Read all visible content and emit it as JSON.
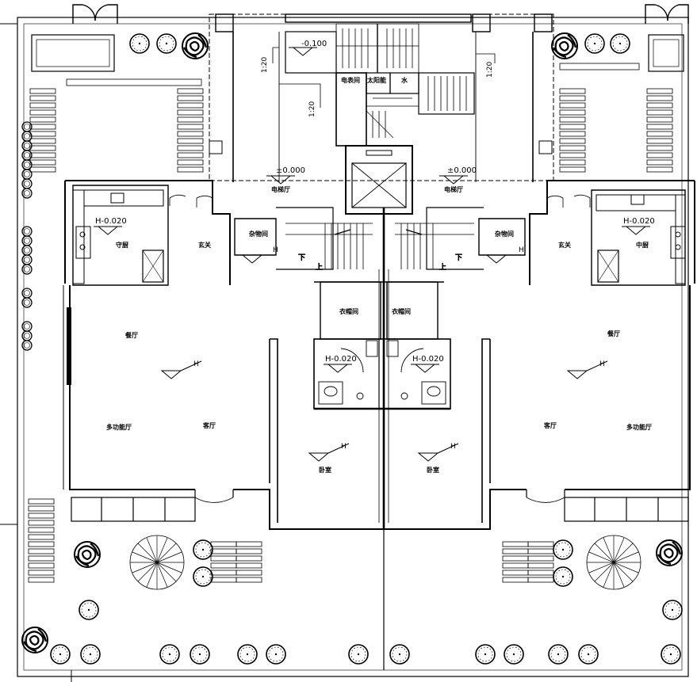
{
  "drawing": {
    "rooms": {
      "left_kitchen": "守厨",
      "left_entrance": "玄关",
      "left_storage": "杂物间",
      "left_dining": "餐厅",
      "left_multi": "多功能厅",
      "left_living": "客厅",
      "elevator_hall_left": "电梯厅",
      "elevator_hall_right": "电梯厅",
      "cloakroom_left": "衣帽间",
      "cloakroom_right": "衣帽间",
      "bedroom_left": "卧室",
      "bedroom_right": "卧室",
      "right_kitchen": "中厨",
      "right_entrance": "玄关",
      "right_storage": "杂物间",
      "right_dining": "餐厅",
      "right_living": "客厅",
      "right_multi": "多功能厅",
      "meter_room": "电表间",
      "equipment_room": "太阳能",
      "water_room": "水"
    },
    "levels": {
      "top_stair": "-0.100",
      "hall_left": "±0.000",
      "hall_right": "±0.000",
      "kitchen_left": "H-0.020",
      "kitchen_right": "H-0.020",
      "bath_left": "H-0.020",
      "bath_right": "H-0.020"
    },
    "slopes": {
      "s1": "1:20",
      "s2": "1:20",
      "s3": "1:20"
    },
    "stairs": {
      "down": "下",
      "up": "上"
    },
    "h_mark": "H"
  }
}
